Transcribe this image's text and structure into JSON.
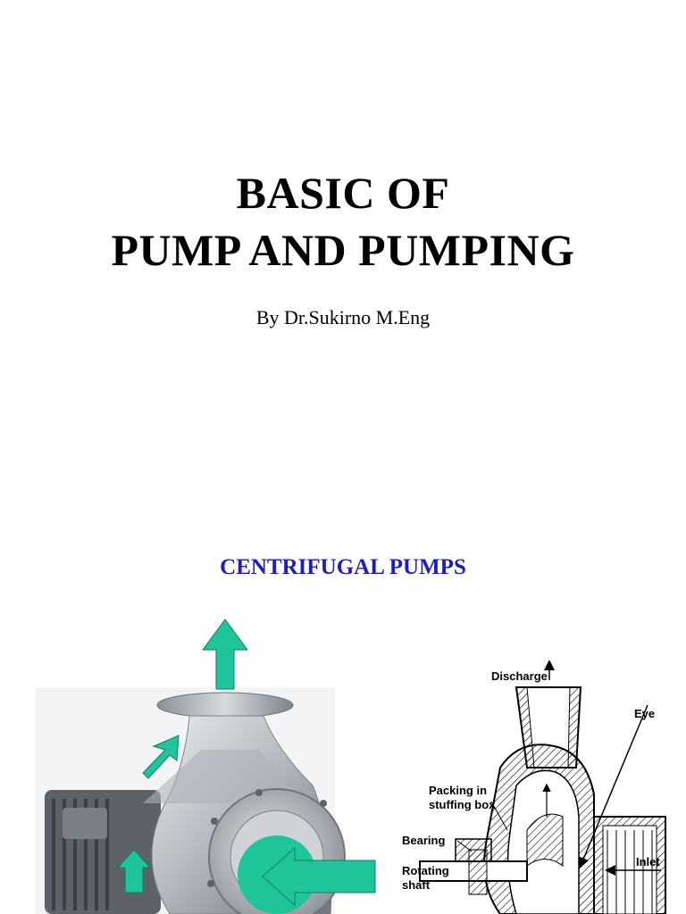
{
  "slide": {
    "title_lines": [
      "BASIC OF",
      "PUMP AND PUMPING"
    ],
    "author": "By Dr.Sukirno M.Eng",
    "section_title": "CENTRIFUGAL PUMPS"
  },
  "diagram": {
    "labels": {
      "discharge": "Discharge",
      "eye": "Eye",
      "packing_line1": "Packing in",
      "packing_line2": "stuffing box",
      "bearing": "Bearing",
      "rotating_line1": "Rotating",
      "rotating_line2": "shaft",
      "inlet": "Inlet"
    }
  },
  "colors": {
    "title": "#000000",
    "section_title": "#1c1ccf",
    "arrow_fill": "#1fc49a",
    "pump_metal": "#b7bcc2"
  }
}
